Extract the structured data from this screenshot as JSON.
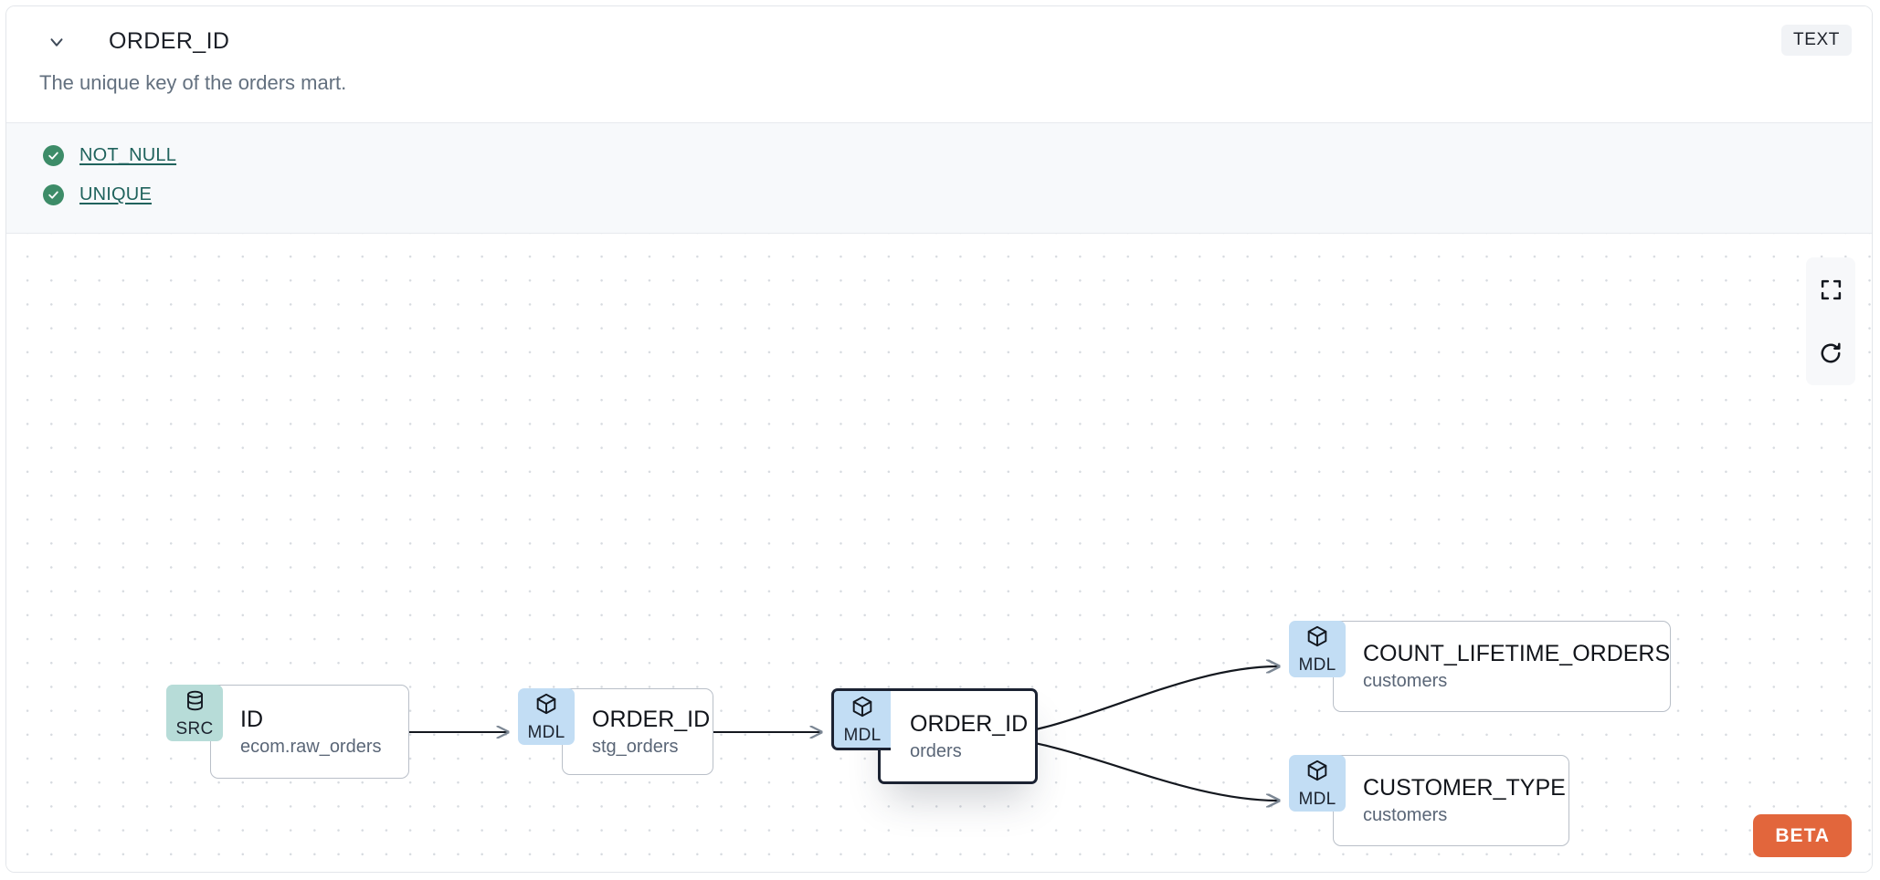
{
  "header": {
    "collapse_icon": "chevron-down-icon",
    "column_name": "ORDER_ID",
    "type_badge": "TEXT",
    "description": "The unique key of the orders mart."
  },
  "tests": [
    {
      "icon": "check-circle-icon",
      "label": "NOT_NULL",
      "status": "pass"
    },
    {
      "icon": "check-circle-icon",
      "label": "UNIQUE",
      "status": "pass"
    }
  ],
  "graph": {
    "controls": [
      {
        "name": "fullscreen-button",
        "icon": "fullscreen-icon"
      },
      {
        "name": "refresh-button",
        "icon": "refresh-icon"
      }
    ],
    "beta_label": "BETA",
    "nodes": [
      {
        "id": "src",
        "badge": "SRC",
        "badge_icon": "database-icon",
        "name": "ID",
        "sub": "ecom.raw_orders",
        "selected": false
      },
      {
        "id": "stg",
        "badge": "MDL",
        "badge_icon": "cube-icon",
        "name": "ORDER_ID",
        "sub": "stg_orders",
        "selected": false
      },
      {
        "id": "orders",
        "badge": "MDL",
        "badge_icon": "cube-icon",
        "name": "ORDER_ID",
        "sub": "orders",
        "selected": true
      },
      {
        "id": "count",
        "badge": "MDL",
        "badge_icon": "cube-icon",
        "name": "COUNT_LIFETIME_ORDERS",
        "sub": "customers",
        "selected": false
      },
      {
        "id": "custtype",
        "badge": "MDL",
        "badge_icon": "cube-icon",
        "name": "CUSTOMER_TYPE",
        "sub": "customers",
        "selected": false
      }
    ],
    "edges": [
      {
        "from": "src",
        "to": "stg"
      },
      {
        "from": "stg",
        "to": "orders"
      },
      {
        "from": "orders",
        "to": "count"
      },
      {
        "from": "orders",
        "to": "custtype"
      }
    ]
  },
  "colors": {
    "source_badge": "#b7dcd8",
    "model_badge": "#c2ddf4",
    "test_pass": "#3d8c68",
    "test_link": "#20635d",
    "beta": "#e2663c",
    "selected_border": "#1b2232"
  }
}
